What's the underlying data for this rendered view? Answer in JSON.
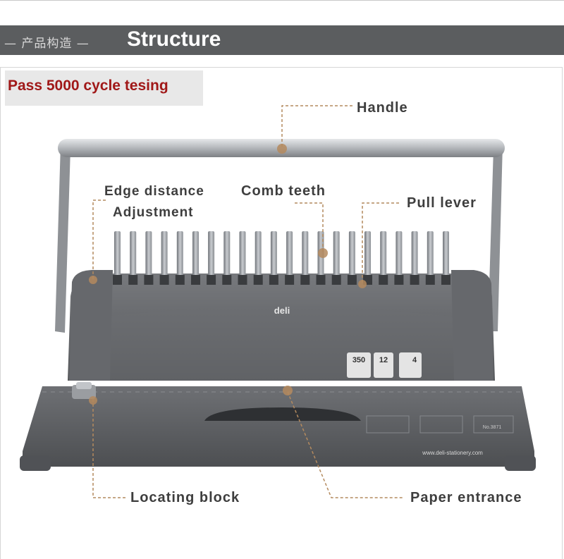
{
  "header": {
    "chinese_title": "— 产品构造 —",
    "english_title": "Structure"
  },
  "badge": {
    "text": "Pass 5000 cycle tesing"
  },
  "labels": {
    "handle": "Handle",
    "edge_distance": "Edge distance",
    "adjustment": "Adjustment",
    "comb_teeth": "Comb teeth",
    "pull_lever": "Pull lever",
    "locating_block": "Locating block",
    "paper_entrance": "Paper entrance"
  },
  "product": {
    "brand": "deli",
    "capacity_sheets": "350",
    "punch_sheets": "12",
    "punch_holes": "4",
    "website": "www.deli-stationery.com",
    "model": "No.3871"
  },
  "colors": {
    "header_bg": "#5b5d5f",
    "badge_text": "#a01818",
    "leader_line": "#b48a5e",
    "body_grey": "#5e6064"
  }
}
